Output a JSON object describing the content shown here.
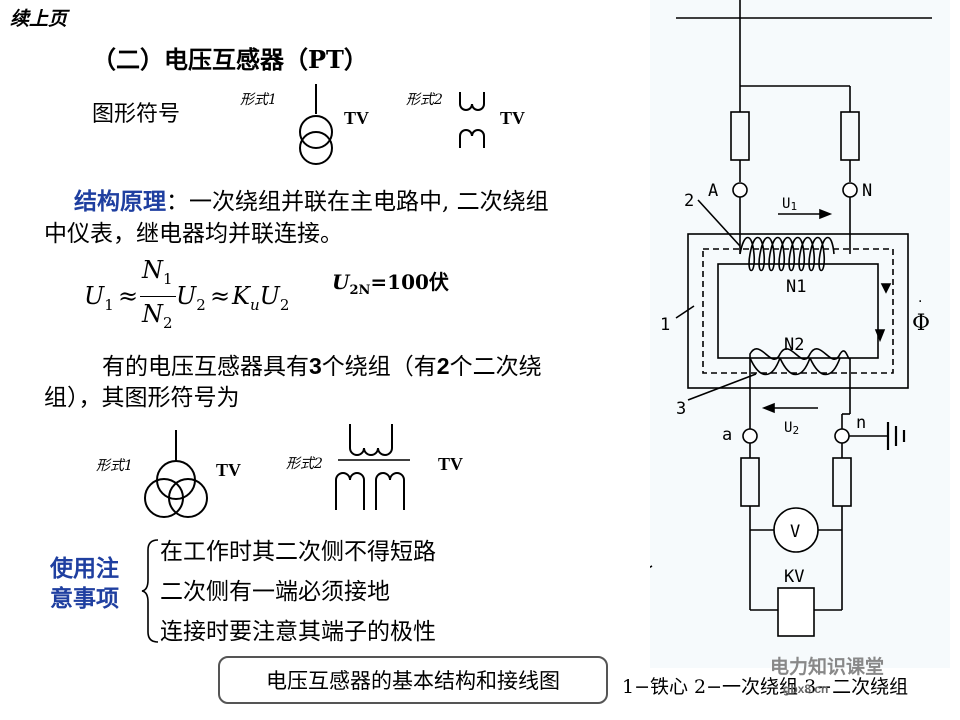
{
  "continued": "续上页",
  "title": "（二）电压互感器（PT）",
  "symbol_label": "图形符号",
  "form1": "形式1",
  "form2": "形式2",
  "tv": "TV",
  "structure": {
    "head": "结构原理",
    "text1": "：一次绕组并联在主电路中, 二次绕组",
    "text2": "中仪表，继电器均并联连接。"
  },
  "formula": {
    "u1": "U",
    "sub1": "1",
    "approx": "≈",
    "n1": "N",
    "n1sub": "1",
    "n2": "N",
    "n2sub": "2",
    "u2": "U",
    "sub2": "2",
    "ku": "K",
    "kusub": "u",
    "u2b": "U",
    "sub2b": "2",
    "rated_prefix": "U",
    "rated_sub": "2N",
    "rated_suffix": "=100伏"
  },
  "three_winding": {
    "line1_a": "有的电压互感器具有",
    "line1_b": "3",
    "line1_c": "个绕组（有",
    "line1_d": "2",
    "line1_e": "个二次绕",
    "line2": "组），其图形符号为"
  },
  "use_notes": {
    "label1": "使用注",
    "label2": "意事项",
    "items": [
      "在工作时其二次侧不得短路",
      "二次侧有一端必须接地",
      "连接时要注意其端子的极性"
    ]
  },
  "caption": "电压互感器的基本结构和接线图",
  "legend": "1−铁心   2−一次绕组   3−二次绕组",
  "watermark": "电力知识课堂",
  "watermark_site": "gbx8.cn",
  "diagram": {
    "terminal_A": "A",
    "terminal_N": "N",
    "terminal_a": "a",
    "terminal_n": "n",
    "u1_label": "U",
    "u1_sub": "1",
    "u2_label": "U",
    "u2_sub": "2",
    "n1_label": "N1",
    "n2_label": "N2",
    "flux": "Φ",
    "tag1": "1",
    "tag2": "2",
    "tag3": "3",
    "voltmeter": "V",
    "relay": "KV"
  }
}
